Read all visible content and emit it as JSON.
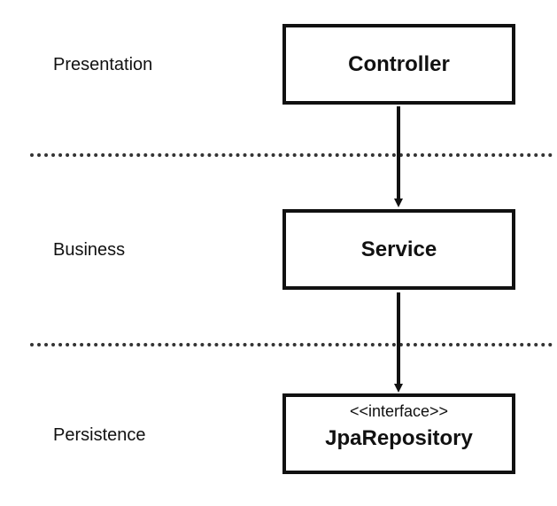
{
  "layers": {
    "presentation": "Presentation",
    "business": "Business",
    "persistence": "Persistence"
  },
  "boxes": {
    "controller": {
      "title": "Controller"
    },
    "service": {
      "title": "Service"
    },
    "repository": {
      "stereotype": "<<interface>>",
      "title": "JpaRepository"
    }
  },
  "colors": {
    "stroke": "#111111",
    "divider": "#333333",
    "background": "#ffffff"
  }
}
